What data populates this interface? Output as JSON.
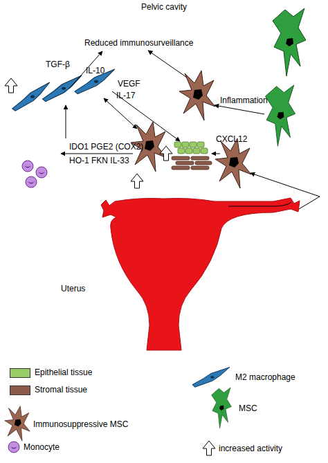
{
  "diagram": {
    "title": "Pelvic cavity",
    "labels": [
      "Reduced immunosurveillance",
      "TGF-β",
      "IL-10",
      "VEGF",
      "IL-17",
      "Inflammation",
      "CXCL12",
      "IDO1 PGE2 (COX2)",
      "HO-1 FKN IL-33",
      "Uterus"
    ],
    "legend": [
      {
        "text": "Epithelial tissue",
        "color": "#99cc66"
      },
      {
        "text": "Stromal tissue",
        "color": "#8c5a4b"
      },
      {
        "text": "Immunosuppressive MSC"
      },
      {
        "text": "Monocyte"
      },
      {
        "text": "M2 macrophage"
      },
      {
        "text": "MSC"
      },
      {
        "text": "increased activity"
      }
    ]
  }
}
